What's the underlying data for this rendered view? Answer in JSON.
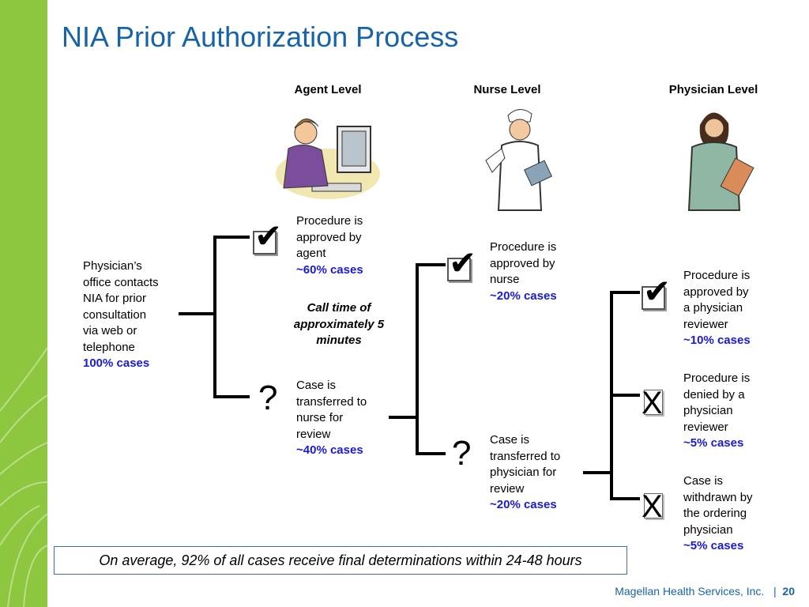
{
  "title": "NIA Prior Authorization Process",
  "levels": {
    "agent": "Agent Level",
    "nurse": "Nurse Level",
    "physician": "Physician Level"
  },
  "start": {
    "lines": [
      "Physician’s",
      "office contacts",
      "NIA for prior",
      "consultation",
      "via web or",
      "telephone"
    ],
    "pct": "100% cases"
  },
  "agent_approved": {
    "lines": [
      "Procedure is",
      "approved by",
      "agent"
    ],
    "pct": "~60% cases"
  },
  "call_time": "Call time of approximately 5 minutes",
  "agent_transfer": {
    "lines": [
      "Case is",
      "transferred to",
      "nurse for",
      "review"
    ],
    "pct": "~40% cases"
  },
  "nurse_approved": {
    "lines": [
      "Procedure is",
      "approved by",
      "nurse"
    ],
    "pct": "~20% cases"
  },
  "nurse_transfer": {
    "lines": [
      "Case is",
      "transferred to",
      "physician for",
      "review"
    ],
    "pct": "~20% cases"
  },
  "phys_approved": {
    "lines": [
      "Procedure is",
      "approved by",
      "a physician",
      "reviewer"
    ],
    "pct": "~10% cases"
  },
  "phys_denied": {
    "lines": [
      "Procedure is",
      "denied  by a",
      "physician",
      "reviewer"
    ],
    "pct": "~5% cases"
  },
  "phys_withdrawn": {
    "lines": [
      "Case is",
      "withdrawn by",
      "the ordering",
      "physician"
    ],
    "pct": "~5% cases"
  },
  "marks": {
    "question": "?",
    "denied": "X"
  },
  "summary": "On average, 92% of all cases receive final determinations within 24-48 hours",
  "footer": {
    "company": "Magellan Health Services, Inc.",
    "separator": "|",
    "page": "20"
  },
  "colors": {
    "title": "#1763a8",
    "percent": "#1a1ad6",
    "sidebar": "#8dc63f"
  },
  "icons": [
    "check-icon",
    "question-icon",
    "x-icon"
  ]
}
